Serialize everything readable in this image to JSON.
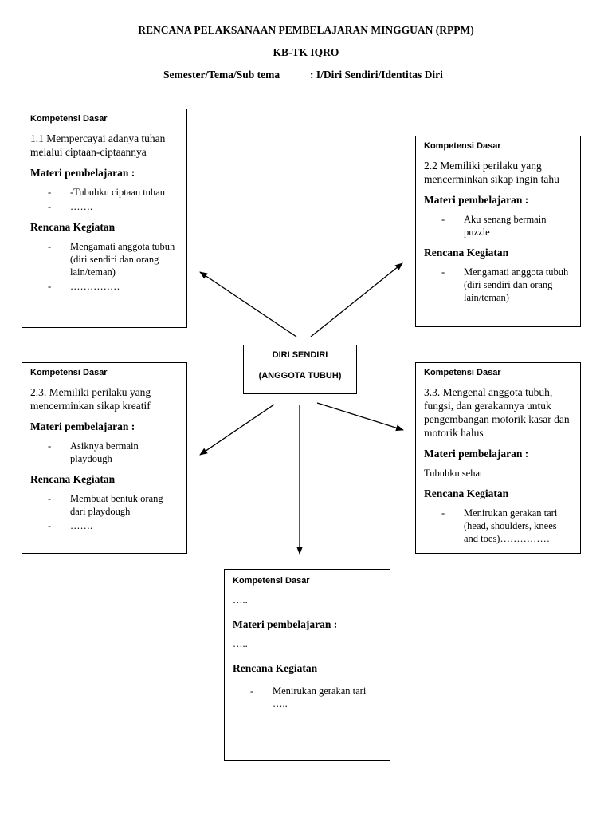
{
  "header": {
    "title": "RENCANA PELAKSANAAN PEMBELAJARAN MINGGUAN (RPPM)",
    "school": "KB-TK IQRO",
    "semester_label": "Semester/Tema/Sub tema",
    "semester_value": ": I/Diri Sendiri/Identitas Diri"
  },
  "center": {
    "line1": "DIRI SENDIRI",
    "line2": "(ANGGOTA TUBUH)"
  },
  "boxes": {
    "top_left": {
      "kd_label": "Kompetensi Dasar",
      "kd_text": "1.1 Mempercayai adanya tuhan melalui ciptaan-ciptaannya",
      "materi_label": "Materi pembelajaran :",
      "materi_items": [
        "-Tubuhku ciptaan tuhan",
        "……."
      ],
      "kegiatan_label": "Rencana Kegiatan",
      "kegiatan_items": [
        "Mengamati anggota tubuh (diri sendiri dan orang lain/teman)",
        "……………"
      ]
    },
    "top_right": {
      "kd_label": "Kompetensi Dasar",
      "kd_text": "2.2 Memiliki perilaku yang mencerminkan sikap ingin tahu",
      "materi_label": "Materi pembelajaran :",
      "materi_items": [
        "Aku senang bermain puzzle"
      ],
      "kegiatan_label": "Rencana Kegiatan",
      "kegiatan_items": [
        "Mengamati anggota tubuh (diri sendiri dan orang lain/teman)"
      ]
    },
    "mid_left": {
      "kd_label": "Kompetensi Dasar",
      "kd_text": "2.3. Memiliki perilaku yang mencerminkan sikap kreatif",
      "materi_label": "Materi pembelajaran :",
      "materi_items": [
        "Asiknya bermain playdough"
      ],
      "kegiatan_label": "Rencana Kegiatan",
      "kegiatan_items": [
        "Membuat bentuk orang dari playdough",
        "……."
      ]
    },
    "mid_right": {
      "kd_label": "Kompetensi Dasar",
      "kd_text": "3.3. Mengenal anggota tubuh, fungsi, dan gerakannya untuk pengembangan motorik kasar dan motorik halus",
      "materi_label": "Materi pembelajaran :",
      "materi_plain": "Tubuhku sehat",
      "kegiatan_label": "Rencana Kegiatan",
      "kegiatan_items": [
        "Menirukan gerakan tari (head, shoulders, knees and toes)……………"
      ]
    },
    "bottom": {
      "kd_label": "Kompetensi Dasar",
      "kd_text": "…..",
      "materi_label": "Materi pembelajaran :",
      "materi_plain": "…..",
      "kegiatan_label": "Rencana Kegiatan",
      "kegiatan_items": [
        "Menirukan gerakan tari ….."
      ]
    }
  }
}
